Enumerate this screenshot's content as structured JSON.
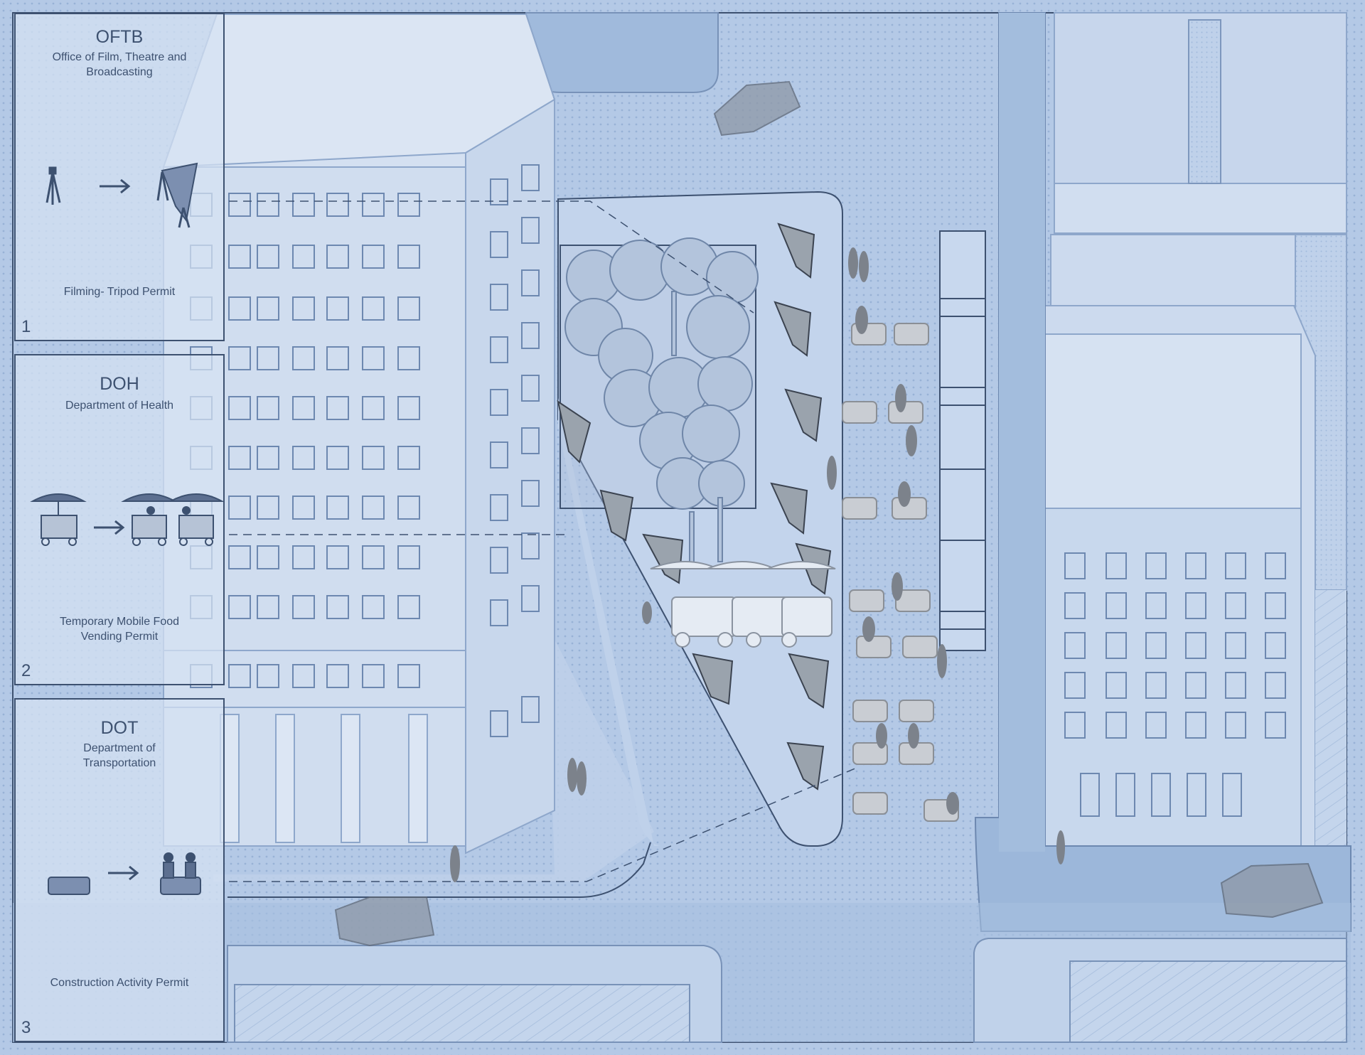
{
  "palette": {
    "background": "#a9c0de",
    "building": "#d6e2f2",
    "building_dark": "#c2d3ea",
    "outline": "#3d5170",
    "road": "#9fb9da",
    "plaza": "#b9cde8",
    "greyscale_people": "#8a8f96"
  },
  "panels": [
    {
      "number": "1",
      "agency_abbr": "OFTB",
      "agency_name": "Office of Film, Theatre and Broadcasting",
      "permit": "Filming- Tripod Permit",
      "icon_before": "tripod-icon",
      "icon_after": "tripod-canopy-icon",
      "arrow": "right-arrow-icon"
    },
    {
      "number": "2",
      "agency_abbr": "DOH",
      "agency_name": "Department of Health",
      "permit": "Temporary Mobile Food Vending Permit",
      "icon_before": "food-cart-icon",
      "icon_after": "food-carts-with-vendors-icon",
      "arrow": "right-arrow-icon"
    },
    {
      "number": "3",
      "agency_abbr": "DOT",
      "agency_name": "Department of Transportation",
      "permit": "Construction Activity Permit",
      "icon_before": "barrier-block-icon",
      "icon_after": "barrier-with-people-icon",
      "arrow": "right-arrow-icon"
    }
  ]
}
